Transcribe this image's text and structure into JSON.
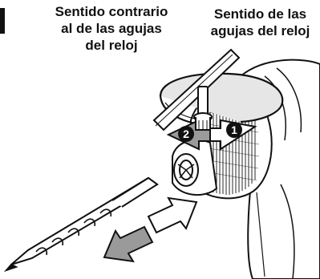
{
  "labels": {
    "counterclockwise": {
      "line1": "Sentido contrario",
      "line2": "al de las agujas",
      "line3": "del reloj"
    },
    "clockwise": {
      "line1": "Sentido de las",
      "line2": "agujas del reloj"
    }
  },
  "markers": {
    "step1": "1",
    "step2": "2"
  },
  "colors": {
    "ink": "#111111",
    "arrow_gray": "#9a9a9a",
    "light_gray": "#e6e6e6"
  }
}
